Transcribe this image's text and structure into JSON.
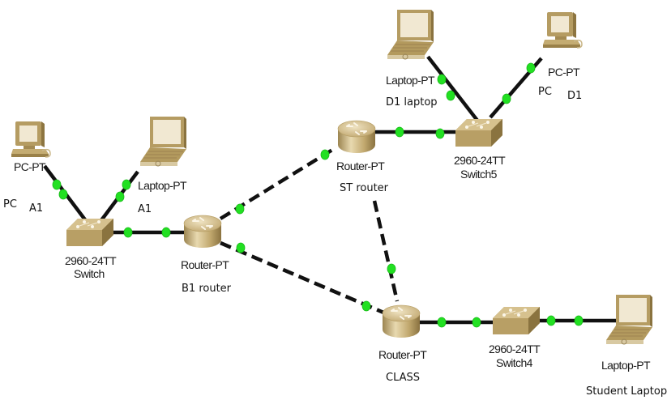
{
  "colors": {
    "device_body": "#c8b27c",
    "device_dark": "#8f7a45",
    "screen": "#f1e8d2",
    "port_up": "#22e022",
    "cable": "#111111",
    "background": "#ffffff"
  },
  "devices": [
    {
      "id": "pc-a1",
      "type": "pc",
      "icon": "pc-icon",
      "model_label": "PC-PT",
      "user_label": "A1",
      "extra_label": "PC"
    },
    {
      "id": "laptop-a1",
      "type": "laptop",
      "icon": "laptop-icon",
      "model_label": "Laptop-PT",
      "user_label": "A1"
    },
    {
      "id": "switch",
      "type": "switch",
      "icon": "switch-icon",
      "model_label": "2960-24TT",
      "user_label": "Switch"
    },
    {
      "id": "b1-router",
      "type": "router",
      "icon": "router-icon",
      "model_label": "Router-PT",
      "user_label": "B1 router"
    },
    {
      "id": "st-router",
      "type": "router",
      "icon": "router-icon",
      "model_label": "Router-PT",
      "user_label": "ST router"
    },
    {
      "id": "laptop-d1",
      "type": "laptop",
      "icon": "laptop-icon",
      "model_label": "Laptop-PT",
      "user_label": "D1 laptop"
    },
    {
      "id": "pc-d1",
      "type": "pc",
      "icon": "pc-icon",
      "model_label": "PC-PT",
      "user_label": "D1",
      "extra_label": "PC"
    },
    {
      "id": "switch5",
      "type": "switch",
      "icon": "switch-icon",
      "model_label": "2960-24TT",
      "user_label": "Switch5"
    },
    {
      "id": "class-router",
      "type": "router",
      "icon": "router-icon",
      "model_label": "Router-PT",
      "user_label": "CLASS"
    },
    {
      "id": "switch4",
      "type": "switch",
      "icon": "switch-icon",
      "model_label": "2960-24TT",
      "user_label": "Switch4"
    },
    {
      "id": "student-laptop",
      "type": "laptop",
      "icon": "laptop-icon",
      "model_label": "Laptop-PT",
      "user_label": "Student Laptop"
    }
  ],
  "links": [
    {
      "from": "pc-a1",
      "to": "switch",
      "cable": "straight-through",
      "status": "up"
    },
    {
      "from": "laptop-a1",
      "to": "switch",
      "cable": "straight-through",
      "status": "up"
    },
    {
      "from": "switch",
      "to": "b1-router",
      "cable": "straight-through",
      "status": "up"
    },
    {
      "from": "b1-router",
      "to": "st-router",
      "cable": "serial",
      "status": "up"
    },
    {
      "from": "b1-router",
      "to": "class-router",
      "cable": "serial",
      "status": "up"
    },
    {
      "from": "st-router",
      "to": "class-router",
      "cable": "serial",
      "status": "up"
    },
    {
      "from": "st-router",
      "to": "switch5",
      "cable": "straight-through",
      "status": "up"
    },
    {
      "from": "laptop-d1",
      "to": "switch5",
      "cable": "straight-through",
      "status": "up"
    },
    {
      "from": "pc-d1",
      "to": "switch5",
      "cable": "straight-through",
      "status": "up"
    },
    {
      "from": "class-router",
      "to": "switch4",
      "cable": "straight-through",
      "status": "up"
    },
    {
      "from": "switch4",
      "to": "student-laptop",
      "cable": "straight-through",
      "status": "up"
    }
  ]
}
